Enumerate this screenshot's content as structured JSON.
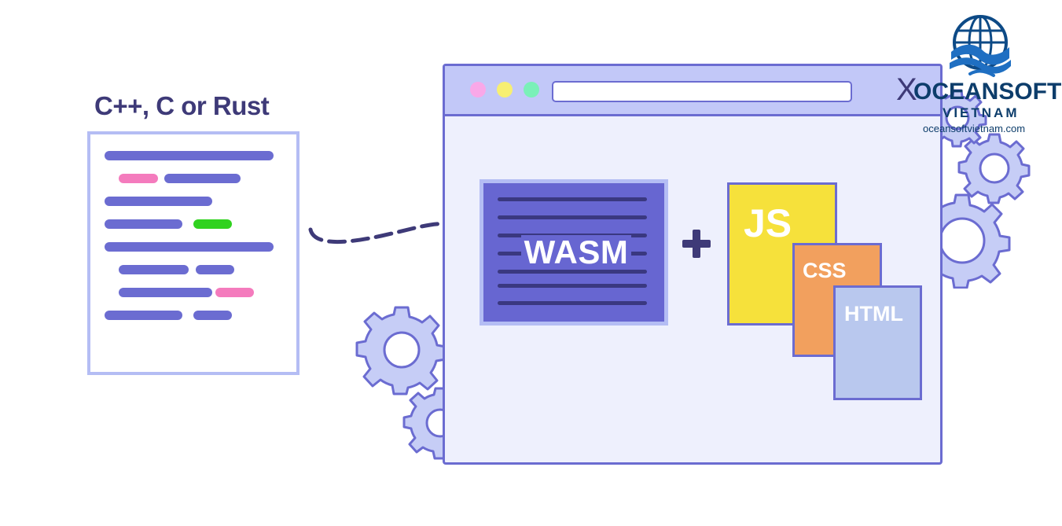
{
  "source": {
    "label": "C++, C or Rust"
  },
  "wasm": {
    "label": "WASM"
  },
  "operator": {
    "symbol": "plus-icon"
  },
  "documents": {
    "js": "JS",
    "css": "CSS",
    "html": "HTML"
  },
  "logo": {
    "name": "OCEANSOFT",
    "subtitle": "VIETNAM",
    "url": "oceansoftvietnam.com"
  },
  "colors": {
    "accent": "#6b6cd1",
    "light_accent": "#b4bdf4",
    "pink": "#f47bbd",
    "green": "#30d21f",
    "js_yellow": "#f6e13b",
    "css_orange": "#f2a05e",
    "html_blue": "#b9c8ee",
    "logo_navy": "#0d3d6b",
    "dot_pink": "#f9a8e8",
    "dot_yellow": "#f7ef72",
    "dot_green": "#7af0b8"
  }
}
